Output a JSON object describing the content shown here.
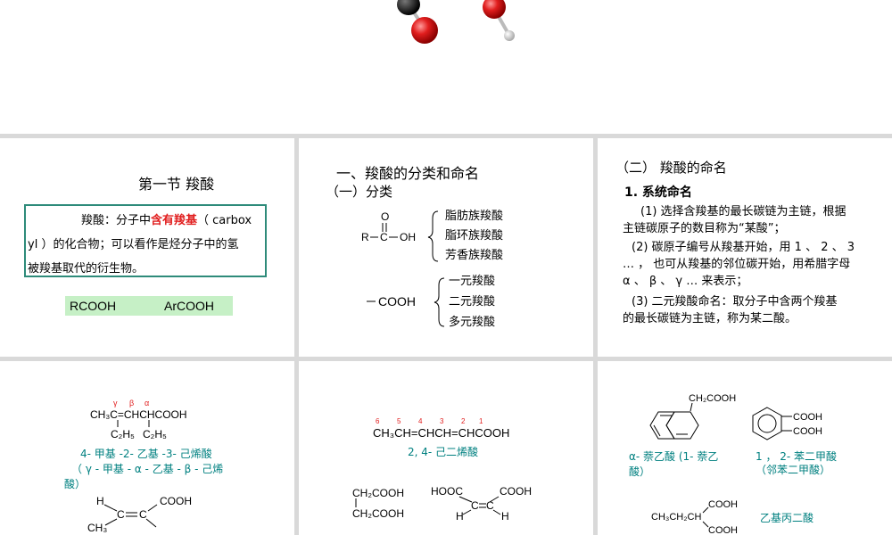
{
  "colors": {
    "accent_red": "#e11e1e",
    "teal": "#008080",
    "box_border": "#2e8b7a",
    "highlight_green": "#c6f0c6"
  },
  "p1": {
    "title": "第一节    羧酸",
    "def_prefix": "羧酸：分子中",
    "def_red": "含有羧基",
    "def_line1_rest": "（ carbox",
    "def_line2": "yl ）的化合物；可以看作是烃分子中的氢",
    "def_line3": "被羧基取代的衍生物。",
    "formula1": "RCOOH",
    "formula2": "ArCOOH"
  },
  "p2": {
    "heading": "一、羧酸的分类和命名",
    "sub": "（一）分类",
    "struct_R": "R",
    "struct_C": "C",
    "struct_OH": "OH",
    "struct_O": "O",
    "group1": [
      "脂肪族羧酸",
      "脂环族羧酸",
      "芳香族羧酸"
    ],
    "cooh": "COOH",
    "group2": [
      "一元羧酸",
      "二元羧酸",
      "多元羧酸"
    ]
  },
  "p3": {
    "heading": "（二） 羧酸的命名",
    "sub": "1. 系统命名",
    "rule1_a": "(1) 选择含羧基的最长碳链为主链，根据",
    "rule1_b": "主链碳原子的数目称为“某酸”；",
    "rule2_a": "(2) 碳原子编号从羧基开始，用 1 、 2 、 3",
    "rule2_b": "… ， 也可从羧基的邻位碳开始，用希腊字母",
    "rule2_c": "α 、 β 、 γ … 来表示；",
    "rule3_a": "(3) 二元羧酸命名：取分子中含两个羧基",
    "rule3_b": "的最长碳链为主链，称为某二酸。"
  },
  "p4": {
    "greek": [
      "γ",
      "β",
      "α"
    ],
    "chain": "CH₃C=CHCHCOOH",
    "subs": [
      "C₂H₅",
      "C₂H₅"
    ],
    "name1": "4- 甲基 -2- 乙基 -3- 己烯酸",
    "name2": "（ γ - 甲基 - α - 乙基 - β - 己烯",
    "name3": "酸）",
    "h": "H",
    "cooh": "COOH",
    "c": "C",
    "ch3": "CH₃"
  },
  "p5": {
    "numbers": [
      "6",
      "5",
      "4",
      "3",
      "2",
      "1"
    ],
    "chain": "CH₃CH=CHCH=CHCOOH",
    "name": "2, 4- 己二烯酸",
    "succ1": "CH₂COOH",
    "succ2": "CH₂COOH",
    "hooc": "HOOC",
    "cooh": "COOH",
    "c": "C",
    "h": "H"
  },
  "p6": {
    "naph_sub": "CH₂COOH",
    "naph_name1": "α- 萘乙酸  (1- 萘乙",
    "naph_name2": "酸）",
    "cooh": "COOH",
    "phth_name1": "1 ， 2- 苯二甲酸",
    "phth_name2": "（邻苯二甲酸）",
    "ethyl": "CH₃CH₂CH",
    "malonic_name": "乙基丙二酸"
  }
}
